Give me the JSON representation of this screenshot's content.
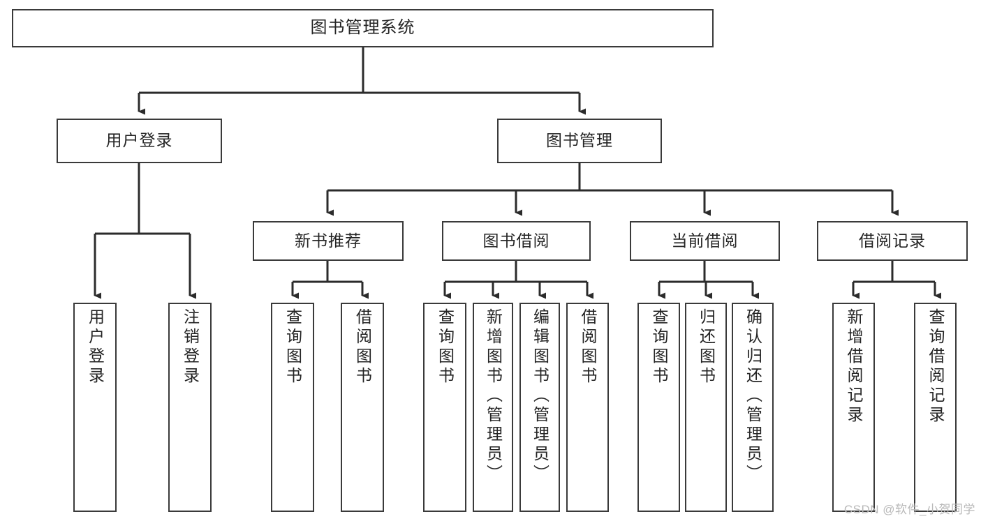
{
  "diagram": {
    "title": "图书管理系统",
    "type": "hierarchy-tree",
    "watermark": "CSDN @软件_小贺同学",
    "colors": {
      "border": "#3a3a3a",
      "text": "#242424",
      "background": "#ffffff",
      "connector": "#2b2b2b",
      "watermark": "#b9b9b9"
    },
    "root": {
      "label": "图书管理系统"
    },
    "level2": [
      {
        "label": "用户登录"
      },
      {
        "label": "图书管理"
      }
    ],
    "level3": [
      {
        "label": "新书推荐"
      },
      {
        "label": "图书借阅"
      },
      {
        "label": "当前借阅"
      },
      {
        "label": "借阅记录"
      }
    ],
    "leaves": {
      "user_login": [
        {
          "label": "用户登录"
        },
        {
          "label": "注销登录"
        }
      ],
      "new_book": [
        {
          "label": "查询图书"
        },
        {
          "label": "借阅图书"
        }
      ],
      "book_borrow": [
        {
          "label": "查询图书"
        },
        {
          "label": "新增图书（管理员）"
        },
        {
          "label": "编辑图书（管理员）"
        },
        {
          "label": "借阅图书"
        }
      ],
      "current_borrow": [
        {
          "label": "查询图书"
        },
        {
          "label": "归还图书"
        },
        {
          "label": "确认归还（管理员）"
        }
      ],
      "borrow_record": [
        {
          "label": "新增借阅记录"
        },
        {
          "label": "查询借阅记录"
        }
      ]
    }
  }
}
